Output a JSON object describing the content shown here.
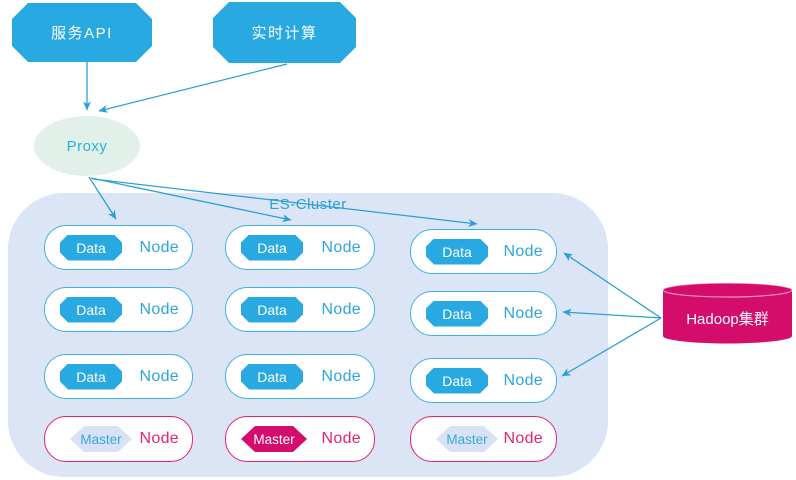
{
  "sources": [
    {
      "label": "服务API"
    },
    {
      "label": "实时计算"
    }
  ],
  "proxy": {
    "label": "Proxy"
  },
  "cluster": {
    "title": "ES-Cluster",
    "data_nodes": [
      {
        "badge": "Data",
        "label": "Node"
      },
      {
        "badge": "Data",
        "label": "Node"
      },
      {
        "badge": "Data",
        "label": "Node"
      },
      {
        "badge": "Data",
        "label": "Node"
      },
      {
        "badge": "Data",
        "label": "Node"
      },
      {
        "badge": "Data",
        "label": "Node"
      },
      {
        "badge": "Data",
        "label": "Node"
      },
      {
        "badge": "Data",
        "label": "Node"
      },
      {
        "badge": "Data",
        "label": "Node"
      }
    ],
    "master_nodes": [
      {
        "badge": "Master",
        "label": "Node",
        "state": "standby"
      },
      {
        "badge": "Master",
        "label": "Node",
        "state": "active"
      },
      {
        "badge": "Master",
        "label": "Node",
        "state": "standby"
      }
    ]
  },
  "hadoop": {
    "label": "Hadoop集群"
  },
  "colors": {
    "blue": "#29a9e1",
    "cyan_border": "#41b0e4",
    "cyan_text": "#2ba6df",
    "magenta": "#d40d6d",
    "pink_border": "#e3246f",
    "container_fill": "#dbe5f5",
    "proxy_fill": "#e2f0ea",
    "master_standby_badge": "#d8e2f4",
    "arrow": "#2d9fd8"
  }
}
